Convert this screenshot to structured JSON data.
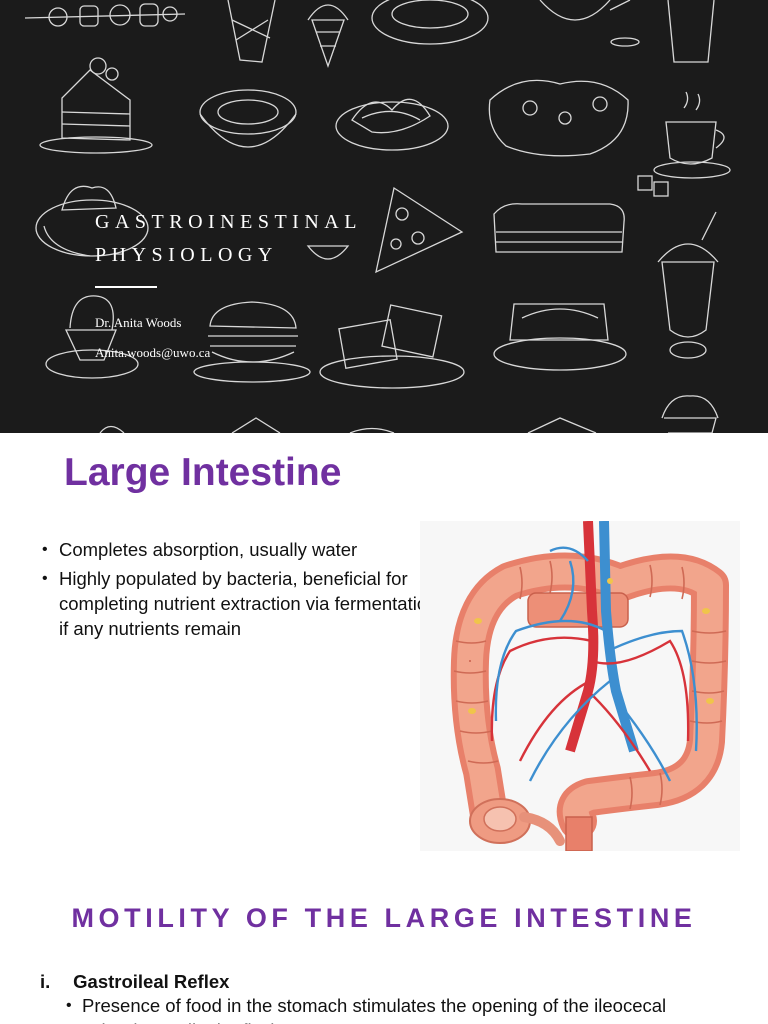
{
  "slide1": {
    "title_line1": "GASTROINESTINAL",
    "title_line2": "PHYSIOLOGY",
    "author": "Dr. Anita Woods",
    "email": "Anita.woods@uwo.ca",
    "background_color": "#1b1b1b"
  },
  "slide2": {
    "title": "Large Intestine",
    "title_color": "#7030a0",
    "bullets": [
      "Completes absorption, usually water",
      "Highly populated by bacteria, beneficial for completing nutrient extraction via fermentation if any nutrients remain"
    ]
  },
  "slide3": {
    "title": "MOTILITY OF THE LARGE INTESTINE",
    "subheading_number": "i.",
    "subheading": "Gastroileal Reflex",
    "bullet": "Presence of food in the stomach stimulates the opening of the ileocecal valve (gastroileal reflex)"
  },
  "icons": {
    "bullet": "•"
  }
}
